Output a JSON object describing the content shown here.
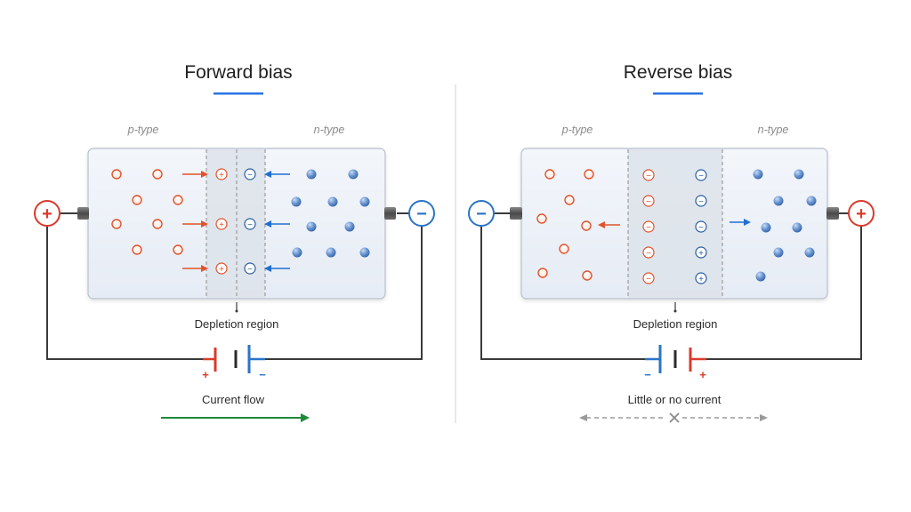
{
  "colors": {
    "positive": "#e0532c",
    "negative": "#1f6fd1",
    "terminal_positive": "#d93a2b",
    "terminal_negative": "#2a74c9",
    "wire": "#3a3a3a",
    "flow": "#1f8a3a",
    "no_flow": "#9a9a9a",
    "accent_underline": "#2a74e0"
  },
  "forward": {
    "title": "Forward bias",
    "p_label": "p-type",
    "n_label": "n-type",
    "depletion_label": "Depletion region",
    "left_terminal_sign": "+",
    "right_terminal_sign": "−",
    "battery_left_sign": "+",
    "battery_right_sign": "−",
    "current_label": "Current flow"
  },
  "reverse": {
    "title": "Reverse bias",
    "p_label": "p-type",
    "n_label": "n-type",
    "depletion_label": "Depletion region",
    "left_terminal_sign": "−",
    "right_terminal_sign": "+",
    "battery_left_sign": "−",
    "battery_right_sign": "+",
    "current_label": "Little or no current"
  },
  "ion_signs": {
    "plus": "+",
    "minus": "−"
  }
}
